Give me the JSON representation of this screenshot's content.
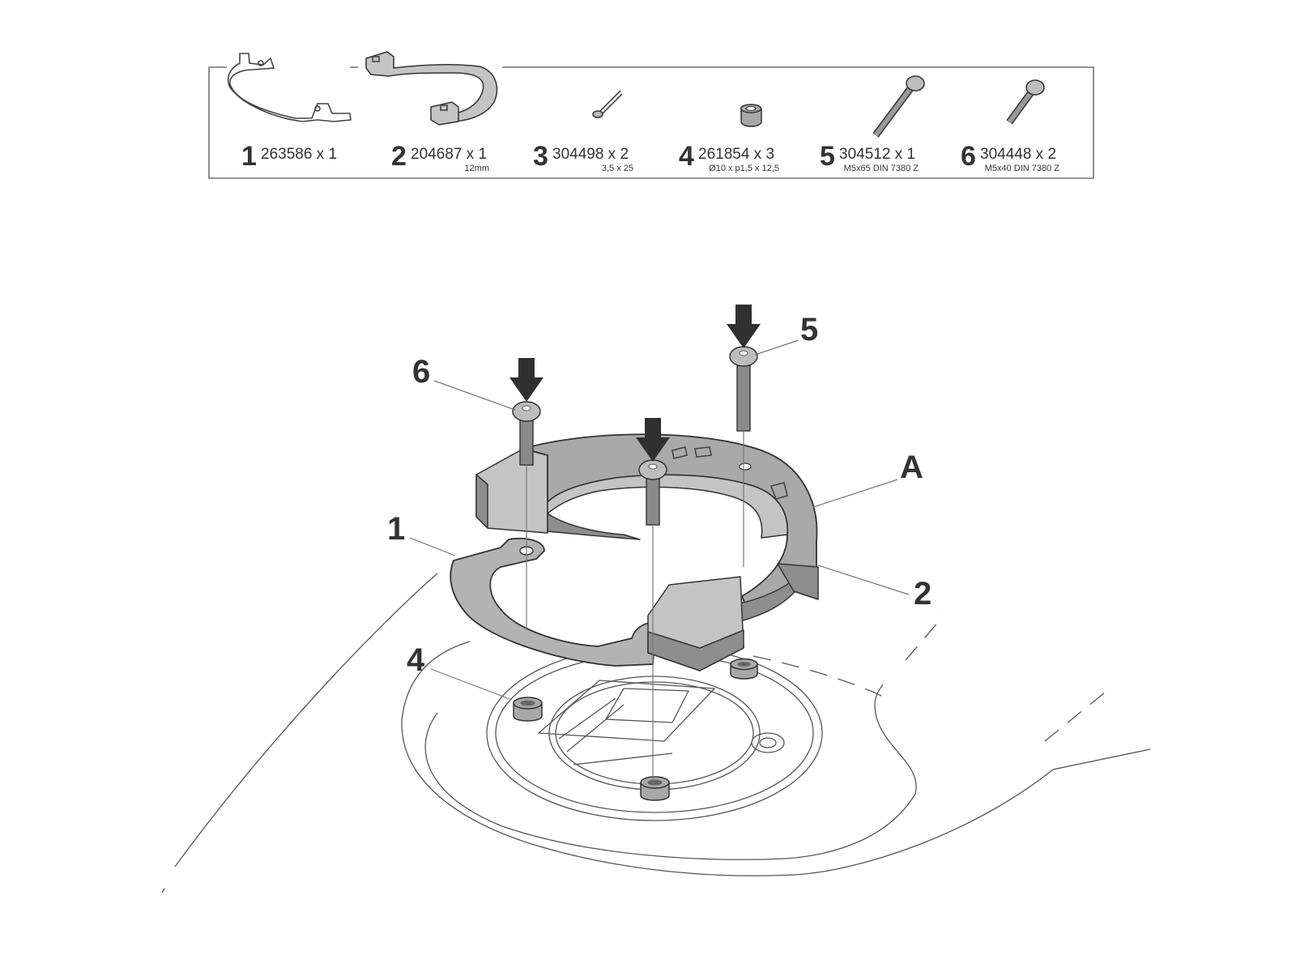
{
  "parts": [
    {
      "num": "1",
      "code": "263586 x 1",
      "spec": ""
    },
    {
      "num": "2",
      "code": "204687 x 1",
      "spec": "12mm"
    },
    {
      "num": "3",
      "code": "304498 x 2",
      "spec": "3,5 x 25"
    },
    {
      "num": "4",
      "code": "261854 x 3",
      "spec": "Ø10 x p1,5 x 12,5"
    },
    {
      "num": "5",
      "code": "304512 x 1",
      "spec": "M5x65 DIN 7380 Z"
    },
    {
      "num": "6",
      "code": "304448 x 2",
      "spec": "M5x40 DIN 7380 Z"
    }
  ],
  "callouts": {
    "c6": "6",
    "c5": "5",
    "cA": "A",
    "c1": "1",
    "c2": "2",
    "c4": "4"
  },
  "colors": {
    "part_fill": "#a9a9a9",
    "arrow": "#303030",
    "line": "#555555"
  }
}
